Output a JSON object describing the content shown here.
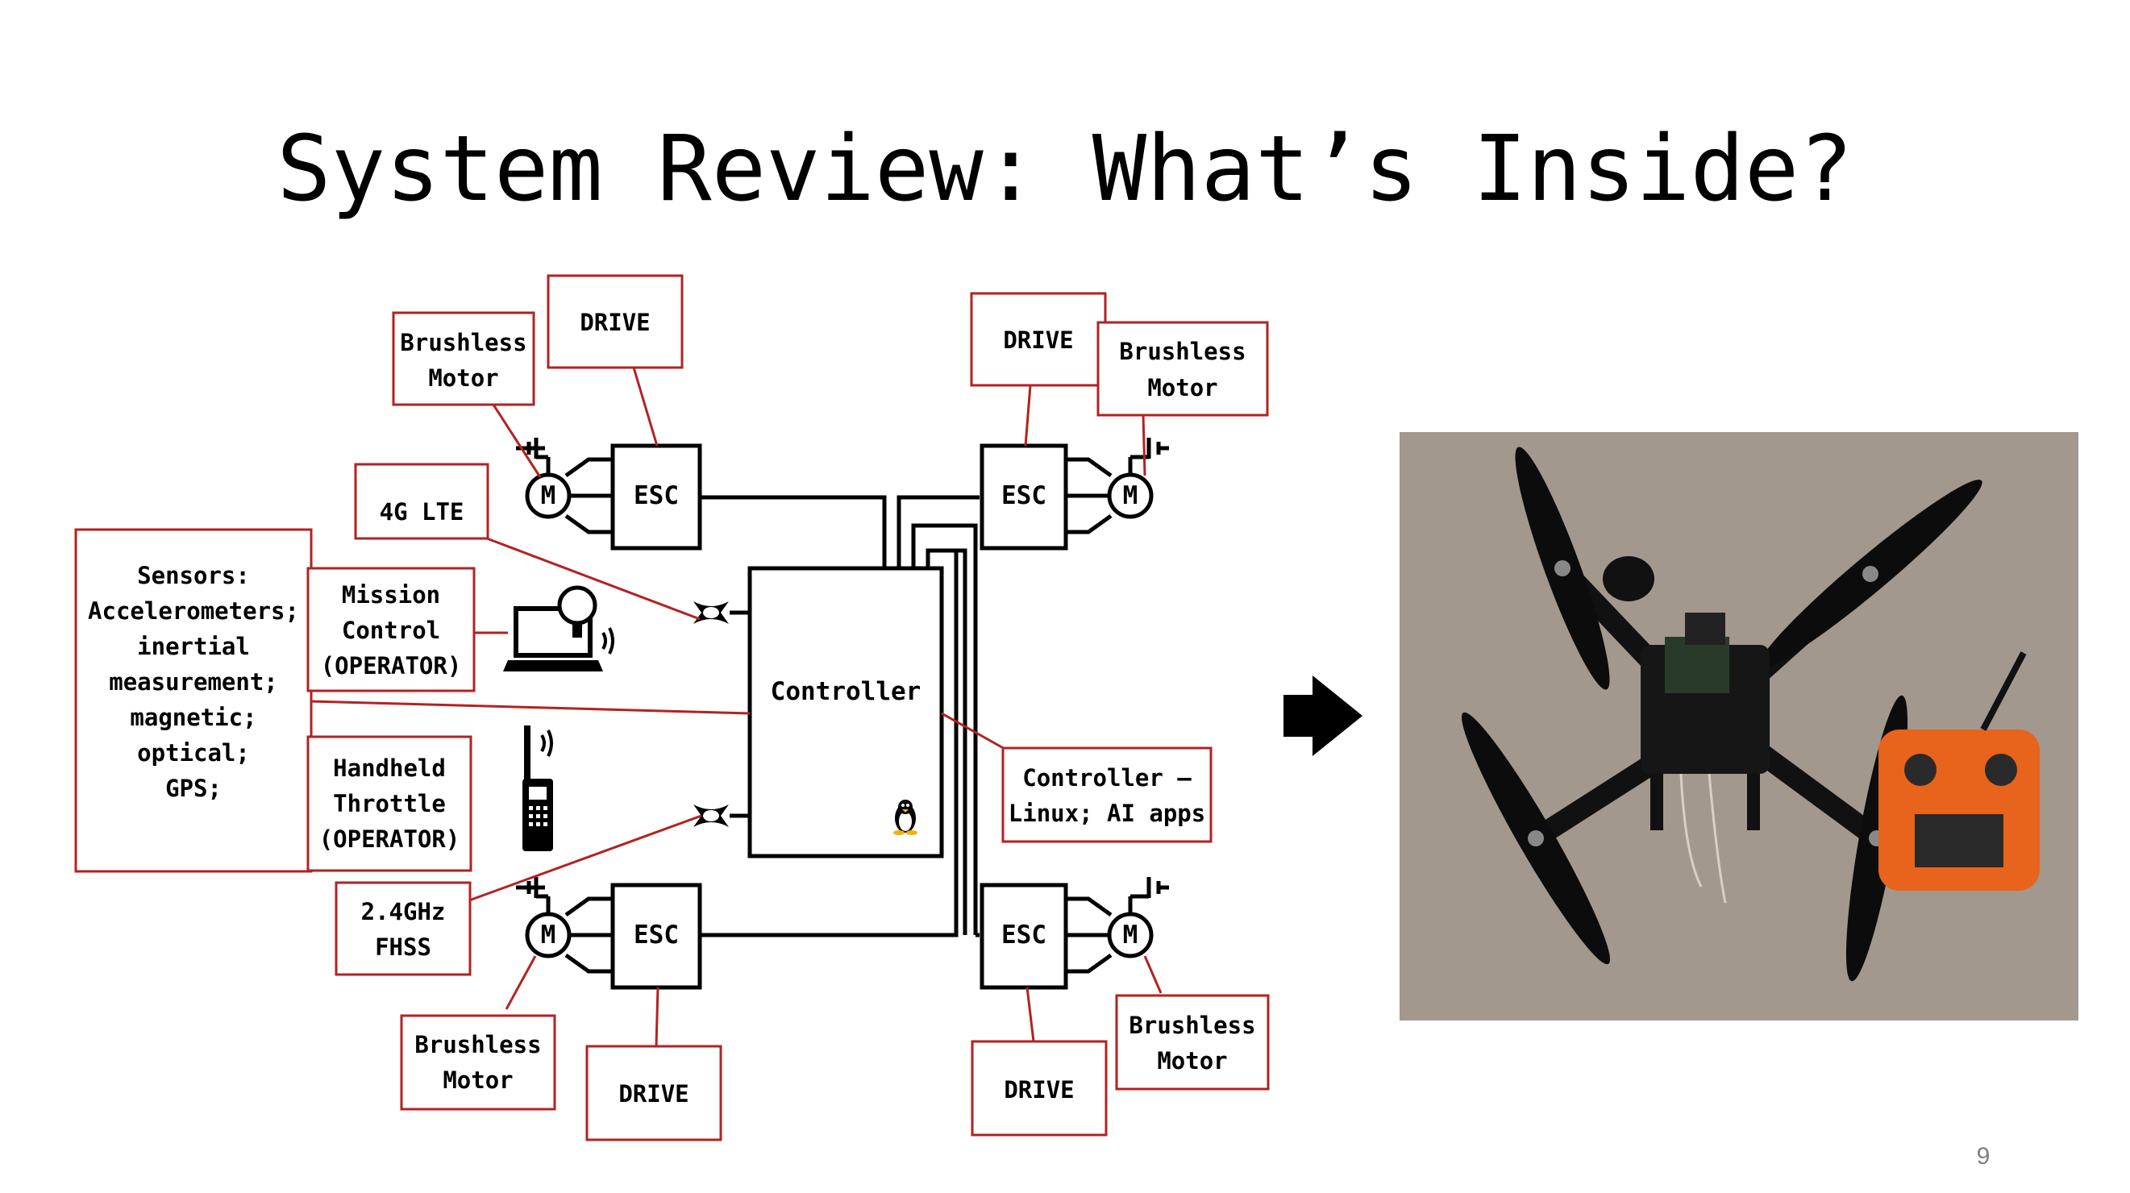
{
  "title": "System Review: What’s Inside?",
  "page_number": "9",
  "labels": {
    "brushless_tl": [
      "Brushless",
      "Motor"
    ],
    "drive_tl": "DRIVE",
    "drive_tr": "DRIVE",
    "brushless_tr": [
      "Brushless",
      "Motor"
    ],
    "lte": "4G LTE",
    "sensors": [
      "Sensors:",
      "Accelerometers;",
      "inertial",
      "measurement;",
      "magnetic;",
      "optical;",
      "GPS;"
    ],
    "mission": [
      "Mission",
      "Control",
      "(OPERATOR)"
    ],
    "handheld": [
      "Handheld",
      "Throttle",
      "(OPERATOR)"
    ],
    "fhss": [
      "2.4GHz",
      "FHSS"
    ],
    "brushless_bl": [
      "Brushless",
      "Motor"
    ],
    "drive_bl": "DRIVE",
    "drive_br": "DRIVE",
    "brushless_br": [
      "Brushless",
      "Motor"
    ],
    "controller_note": [
      "Controller –",
      "Linux; AI apps"
    ]
  },
  "blocks": {
    "controller": "Controller",
    "esc": "ESC",
    "motor": "M"
  },
  "icons": [
    "linux-penguin-icon",
    "laptop-icon",
    "handheld-radio-icon",
    "antenna-icon",
    "arrow-right-icon",
    "motor-icon",
    "ground-icon"
  ],
  "colors": {
    "callout": "#b22222",
    "line": "#000000",
    "photo_bg": "#a59b90"
  }
}
